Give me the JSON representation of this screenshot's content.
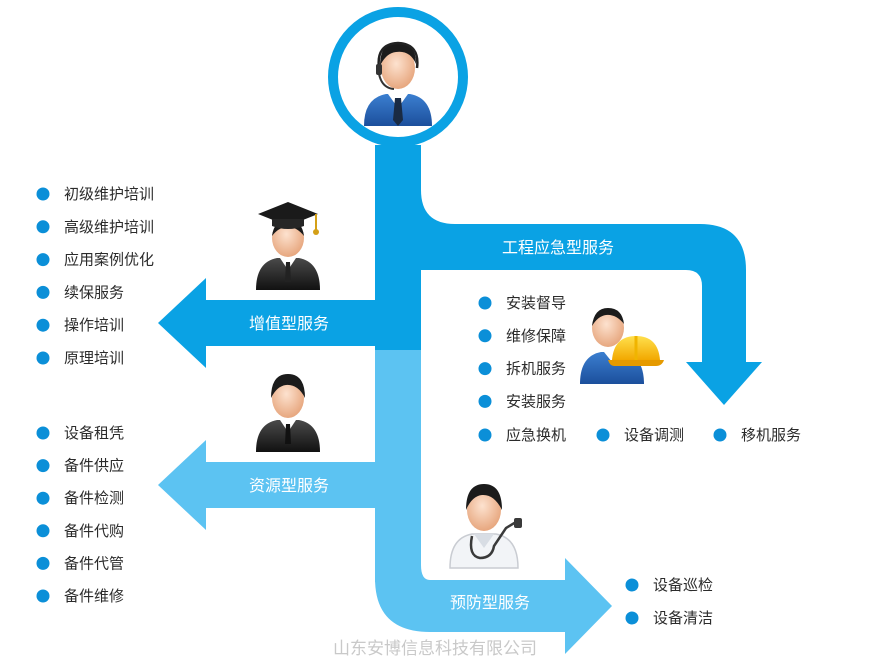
{
  "colors": {
    "primary": "#0aa2e4",
    "secondary": "#5cc3f2",
    "bullet": "#0b8fd8",
    "text": "#2b2b2b",
    "watermark": "#c9c9c9"
  },
  "icons": {
    "center": "customer-service-agent-icon",
    "value_added": "graduate-cap-person-icon",
    "engineering": "hardhat-worker-icon",
    "resource": "businessman-icon",
    "preventive": "doctor-stethoscope-icon"
  },
  "branches": {
    "value_added": {
      "label": "增值型服务",
      "items": [
        "初级维护培训",
        "高级维护培训",
        "应用案例优化",
        "续保服务",
        "操作培训",
        "原理培训"
      ]
    },
    "engineering": {
      "label": "工程应急型服务",
      "items": [
        "安装督导",
        "维修保障",
        "拆机服务",
        "安装服务"
      ],
      "row_items": [
        "应急换机",
        "设备调测",
        "移机服务"
      ]
    },
    "resource": {
      "label": "资源型服务",
      "items": [
        "设备租凭",
        "备件供应",
        "备件检测",
        "备件代购",
        "备件代管",
        "备件维修"
      ]
    },
    "preventive": {
      "label": "预防型服务",
      "items": [
        "设备巡检",
        "设备清洁"
      ]
    }
  },
  "watermark": "山东安博信息科技有限公司"
}
